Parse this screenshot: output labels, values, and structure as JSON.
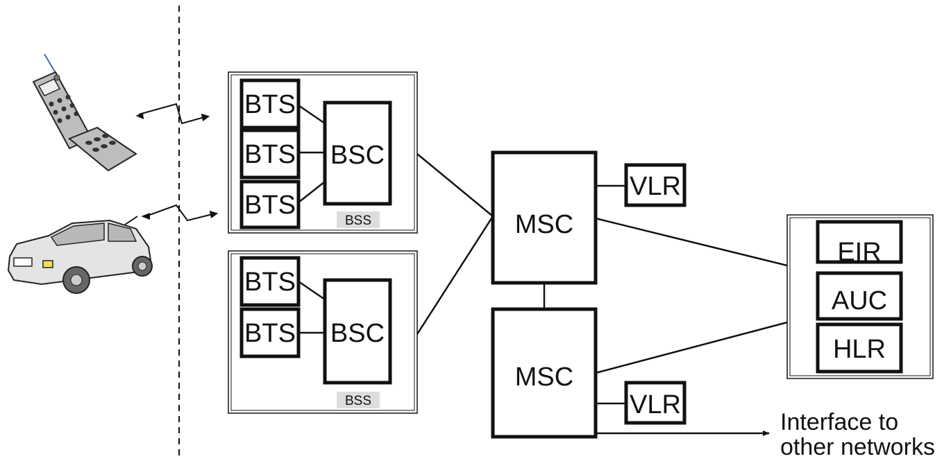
{
  "diagram": {
    "bss_top": {
      "label": "BSS",
      "bts": [
        "BTS",
        "BTS",
        "BTS"
      ],
      "bsc": "BSC"
    },
    "bss_bottom": {
      "label": "BSS",
      "bts": [
        "BTS",
        "BTS"
      ],
      "bsc": "BSC"
    },
    "msc_top": {
      "label": "MSC"
    },
    "msc_bottom": {
      "label": "MSC"
    },
    "vlr_top": {
      "label": "VLR"
    },
    "vlr_bottom": {
      "label": "VLR"
    },
    "core_db": {
      "items": [
        "EIR",
        "AUC",
        "HLR"
      ]
    },
    "interface": {
      "line1": "Interface to",
      "line2": "other networks"
    },
    "icons": [
      "mobile-phone-icon",
      "car-icon",
      "radio-link-icon"
    ],
    "colors": {
      "stroke": "#111111",
      "bss_label_bg": "#dddddd",
      "background": "#ffffff"
    }
  }
}
